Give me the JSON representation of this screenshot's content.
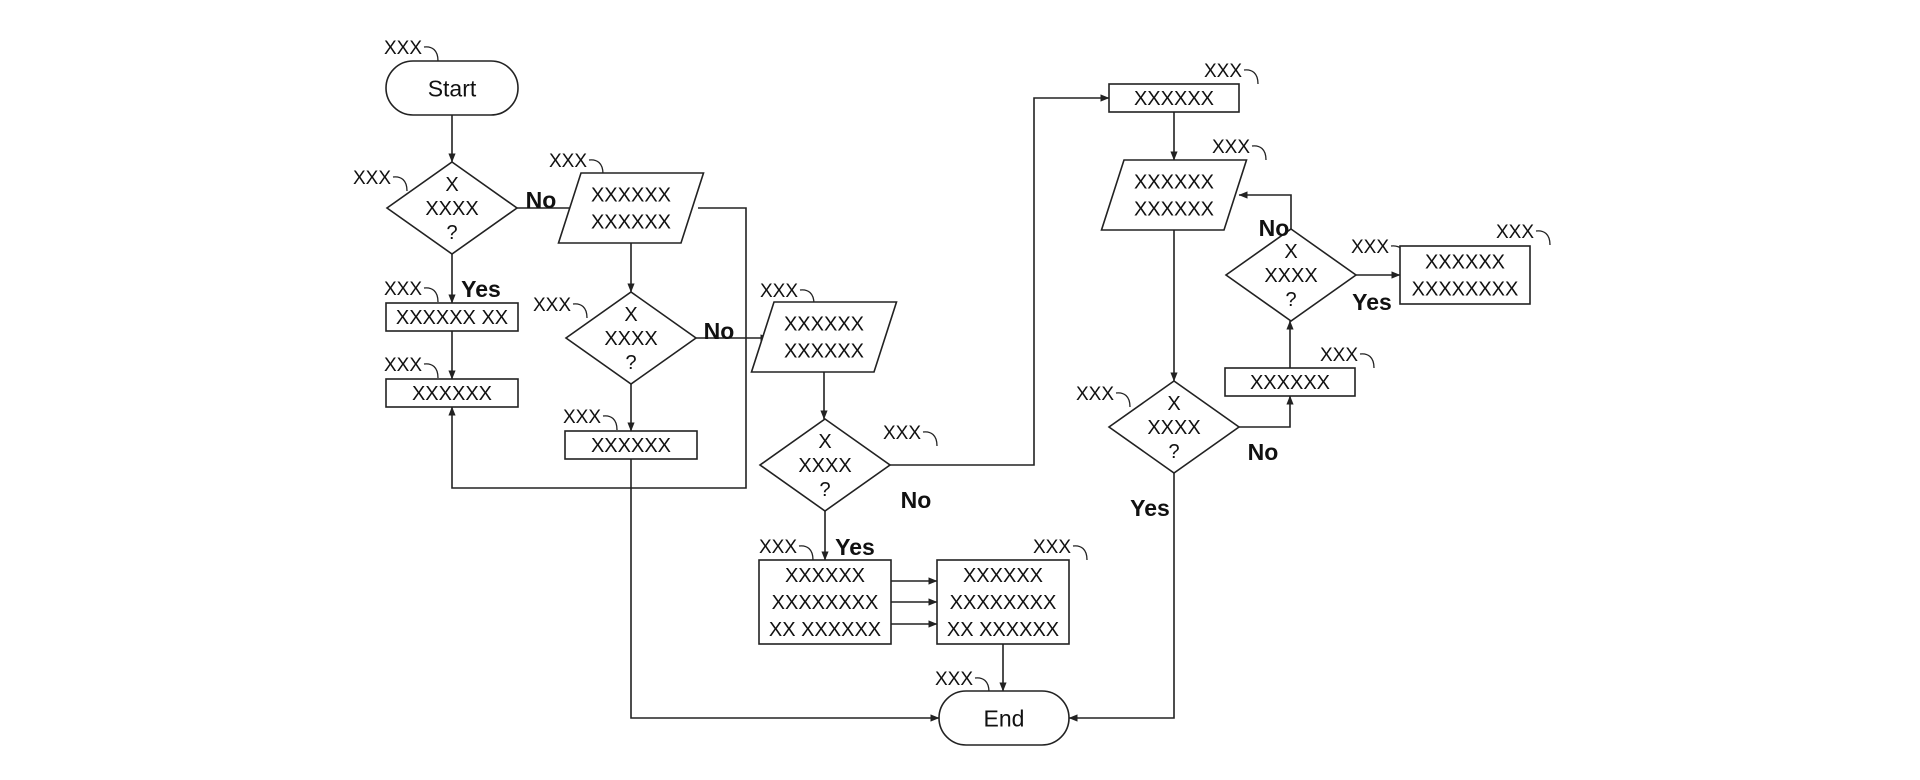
{
  "diagram": {
    "nodes": {
      "start": {
        "lines": [
          "Start"
        ],
        "ref": "XXX"
      },
      "d1": {
        "lines": [
          "X",
          "XXXX",
          "?"
        ],
        "ref": "XXX"
      },
      "p1": {
        "lines": [
          "XXXXXX XX"
        ],
        "ref": "XXX"
      },
      "p2": {
        "lines": [
          "XXXXXX"
        ],
        "ref": "XXX"
      },
      "io1": {
        "lines": [
          "XXXXXX",
          "XXXXXX"
        ],
        "ref": "XXX"
      },
      "d2": {
        "lines": [
          "X",
          "XXXX",
          "?"
        ],
        "ref": "XXX"
      },
      "p3": {
        "lines": [
          "XXXXXX"
        ],
        "ref": "XXX"
      },
      "io2": {
        "lines": [
          "XXXXXX",
          "XXXXXX"
        ],
        "ref": "XXX"
      },
      "d3": {
        "lines": [
          "X",
          "XXXX",
          "?"
        ],
        "ref": "XXX"
      },
      "p4": {
        "lines": [
          "XXXXXX",
          "XXXXXXXX",
          "XX XXXXXX"
        ],
        "ref": "XXX"
      },
      "p5": {
        "lines": [
          "XXXXXX",
          "XXXXXXXX",
          "XX XXXXXX"
        ],
        "ref": "XXX"
      },
      "end": {
        "lines": [
          "End"
        ],
        "ref": "XXX"
      },
      "p6": {
        "lines": [
          "XXXXXX"
        ],
        "ref": "XXX"
      },
      "io3": {
        "lines": [
          "XXXXXX",
          "XXXXXX"
        ],
        "ref": "XXX"
      },
      "d4": {
        "lines": [
          "X",
          "XXXX",
          "?"
        ],
        "ref": "XXX"
      },
      "p7": {
        "lines": [
          "XXXXXX"
        ],
        "ref": "XXX"
      },
      "d5": {
        "lines": [
          "X",
          "XXXX",
          "?"
        ],
        "ref": "XXX"
      },
      "p8": {
        "lines": [
          "XXXXXX",
          "XXXXXXXX"
        ],
        "ref": "XXX"
      }
    },
    "branch_labels": {
      "d1_no": "No",
      "d1_yes": "Yes",
      "d2_no": "No",
      "d3_no": "No",
      "d3_yes": "Yes",
      "d4_yes": "Yes",
      "d4_no": "No",
      "d5_no": "No",
      "d5_yes": "Yes"
    }
  }
}
